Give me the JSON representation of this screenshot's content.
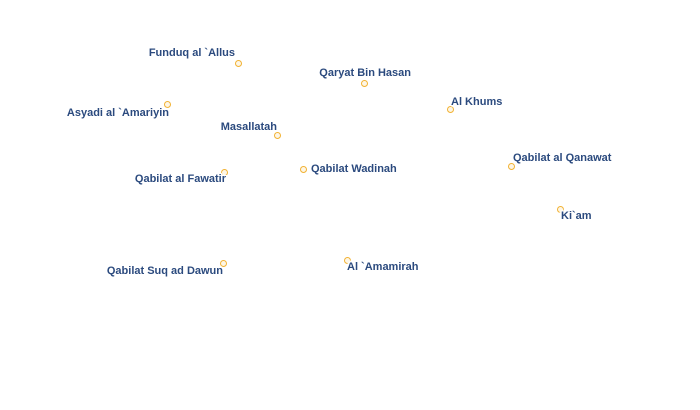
{
  "places": [
    {
      "name": "Funduq al `Allus"
    },
    {
      "name": "Qaryat Bin Hasan"
    },
    {
      "name": "Al Khums"
    },
    {
      "name": "Asyadi al `Amariyin"
    },
    {
      "name": "Masallatah"
    },
    {
      "name": "Qabilat Wadinah"
    },
    {
      "name": "Qabilat al Qanawat"
    },
    {
      "name": "Qabilat al Fawatir"
    },
    {
      "name": "Ki`am"
    },
    {
      "name": "Al `Amamirah"
    },
    {
      "name": "Qabilat Suq ad Dawun"
    }
  ],
  "colors": {
    "marker_stroke": "#f2b233",
    "label_text": "#2b4a7e",
    "background": "#ffffff"
  }
}
